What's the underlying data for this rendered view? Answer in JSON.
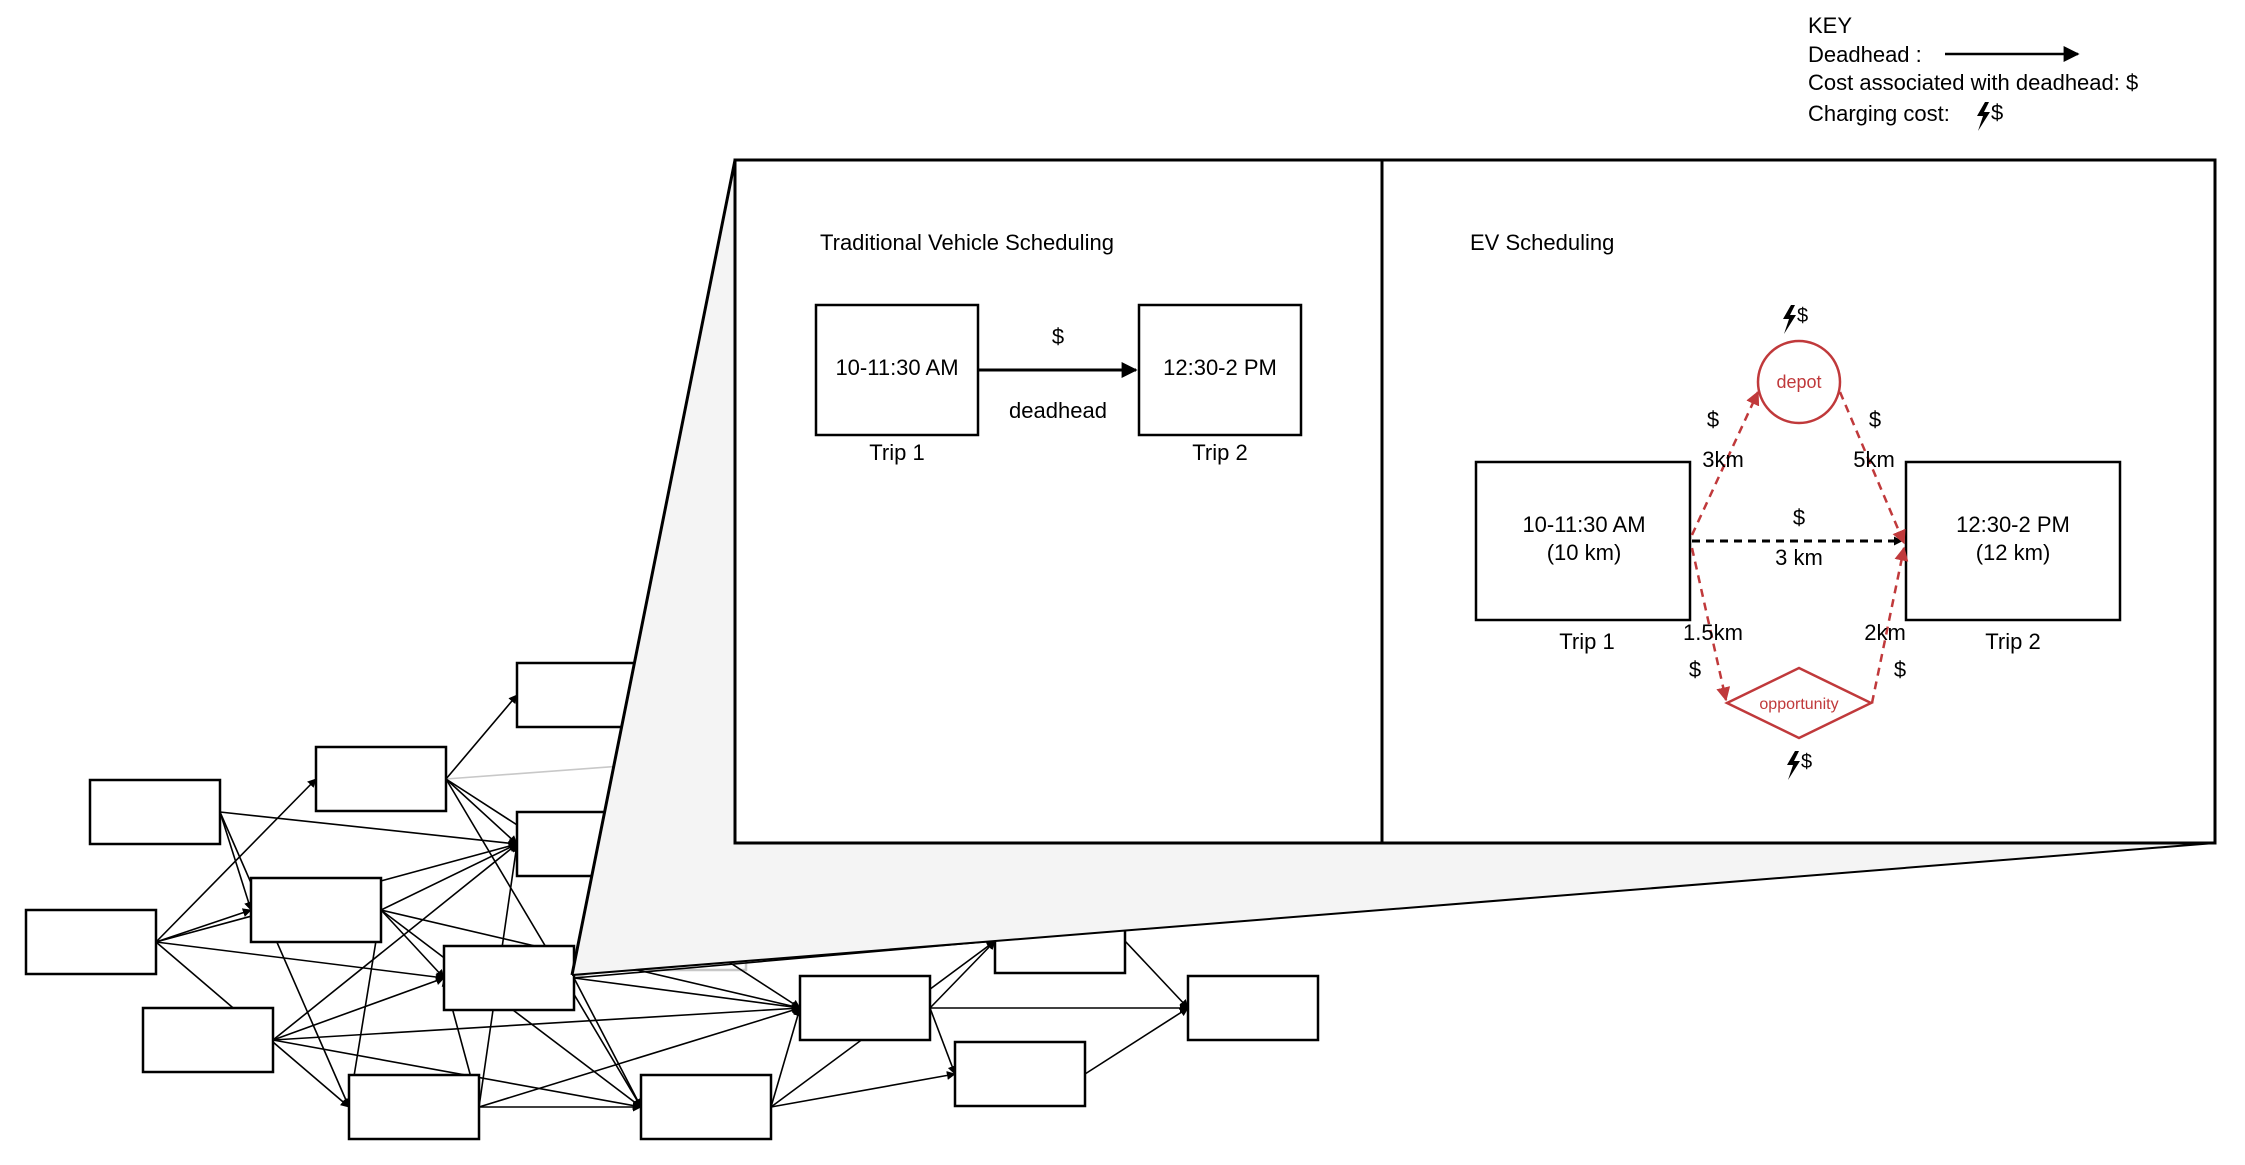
{
  "key": {
    "title": "KEY",
    "deadhead_label": "Deadhead :",
    "cost_label": "Cost associated with deadhead: $",
    "charging_label": "Charging cost:",
    "charging_symbol": "$"
  },
  "traditional": {
    "title": "Traditional Vehicle Scheduling",
    "trip1_time": "10-11:30 AM",
    "trip1_label": "Trip 1",
    "trip2_time": "12:30-2 PM",
    "trip2_label": "Trip 2",
    "cost": "$",
    "deadhead": "deadhead"
  },
  "ev": {
    "title": "EV Scheduling",
    "trip1_time": "10-11:30 AM",
    "trip1_dist": "(10 km)",
    "trip1_label": "Trip 1",
    "trip2_time": "12:30-2 PM",
    "trip2_dist": "(12 km)",
    "trip2_label": "Trip 2",
    "depot": "depot",
    "opportunity": "opportunity",
    "direct_cost": "$",
    "direct_dist": "3 km",
    "to_depot_cost": "$",
    "to_depot_dist": "3km",
    "from_depot_cost": "$",
    "from_depot_dist": "5km",
    "to_opp_dist": "1.5km",
    "to_opp_cost": "$",
    "from_opp_dist": "2km",
    "from_opp_cost": "$",
    "depot_charge": "$",
    "opp_charge": "$"
  },
  "colors": {
    "line": "#000000",
    "ev_red": "#c0393b",
    "faded": "#c8c8c8",
    "zoom_fill": "#f4f4f4"
  }
}
